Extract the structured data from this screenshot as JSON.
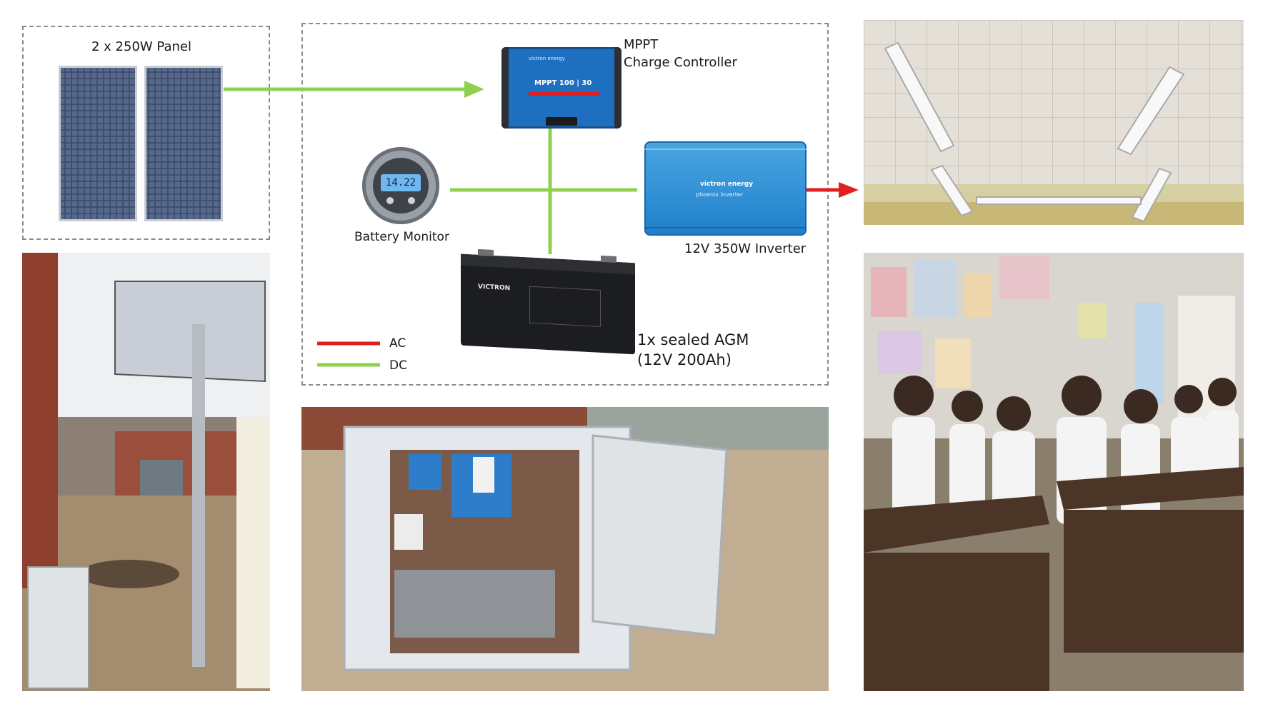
{
  "diagram": {
    "panel_label": "2 x 250W Panel",
    "mppt_label_line1": "MPPT",
    "mppt_label_line2": "Charge Controller",
    "battery_monitor_label": "Battery Monitor",
    "monitor_display_value": "14.22",
    "inverter_label": "12V 350W Inverter",
    "battery_label_line1": "1x  sealed AGM",
    "battery_label_line2": "(12V 200Ah)",
    "mppt_device_text": "MPPT 100 | 30",
    "mppt_brand_text": "victron energy",
    "inverter_brand_text": "victron energy",
    "inverter_model_text": "phoenix inverter",
    "battery_brand_text": "VICTRON",
    "legend": [
      {
        "label": "AC",
        "color": "#e02020"
      },
      {
        "label": "DC",
        "color": "#8fd14f"
      }
    ]
  },
  "colors": {
    "dc_line": "#8fd14f",
    "ac_line": "#e02020",
    "victron_blue": "#1f6fc0",
    "dashed_border": "#8a8a8a"
  },
  "photos": [
    {
      "name": "ceiling-lights-photo"
    },
    {
      "name": "classroom-photo"
    },
    {
      "name": "solar-pole-install-photo"
    },
    {
      "name": "equipment-cabinet-photo"
    }
  ]
}
